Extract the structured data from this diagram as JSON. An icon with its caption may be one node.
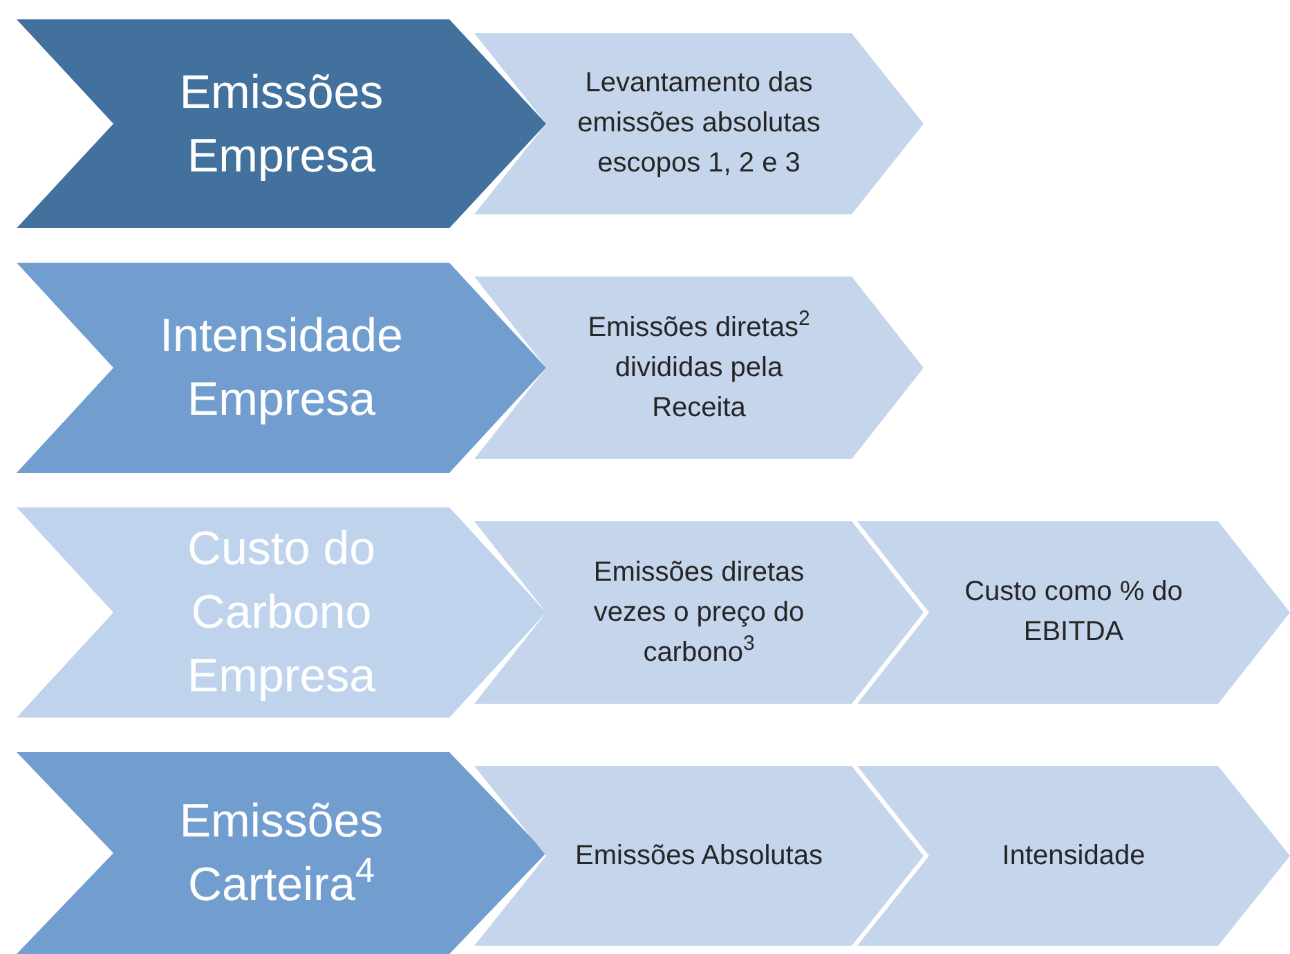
{
  "diagram": {
    "nodes": [
      {
        "text": [
          "Emissões Empresa"
        ]
      },
      {
        "text": [
          "Levantamento das emissões absolutas escopos 1, 2 e 3"
        ]
      },
      {
        "text": [
          "Intensidade Empresa"
        ]
      },
      {
        "text": [
          "Emissões diretas$^{2}$ divididas pela Receita"
        ]
      },
      {
        "text": [
          "Custo do Carbono Empresa"
        ]
      },
      {
        "text": [
          "Emissões diretas vezes o preço do carbono$^{3}$"
        ]
      },
      {
        "text": [
          "Custo como % do EBITDA"
        ]
      },
      {
        "text": [
          "Emissões Carteira$^{4}$"
        ]
      },
      {
        "text": [
          "Emissões Absolutas"
        ]
      },
      {
        "text": [
          "Intensidade"
        ]
      }
    ]
  }
}
